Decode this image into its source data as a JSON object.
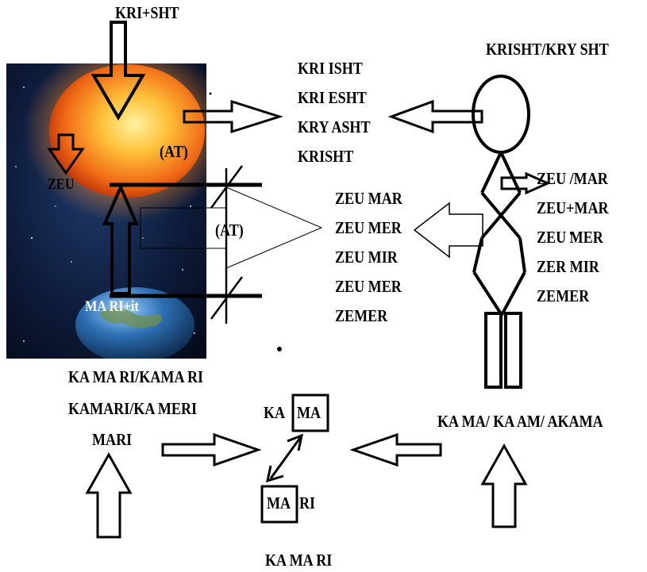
{
  "top_label": "KRI+SHT",
  "top_right_label": "KRISHT/KRY SHT",
  "space_labels": {
    "at_upper": "(AT)",
    "zeu": "ZEU",
    "at_middle": "(AT)",
    "mari_it": "MA RI+it"
  },
  "krisht_variants": [
    "KRI  ISHT",
    "KRI ESHT",
    "KRY ASHT",
    "KRISHT"
  ],
  "zeu_middle_list": [
    "ZEU MAR",
    "ZEU MER",
    "ZEU MIR",
    "ZEU MER",
    "ZEMER"
  ],
  "zeu_right_list": [
    "ZEU /MAR",
    "ZEU+MAR",
    "ZEU MER",
    "ZER MIR",
    "ZEMER"
  ],
  "bottom_left_lines": [
    "KA MA RI/KAMA RI",
    "KAMARI/KA MERI",
    "MARI"
  ],
  "center_top_label": {
    "prefix": "KA",
    "boxed": "MA"
  },
  "center_bottom_label": {
    "boxed": "MA",
    "suffix": "RI"
  },
  "bottom_right_label": "KA MA/ KA AM/ AKAMA",
  "bottom_center_label": "KA MA RI",
  "colors": {
    "ink": "#000000",
    "space_dark": "#0a1530",
    "sun_core": "#ffd24a",
    "sun_edge": "#e04a10",
    "earth_blue": "#2d6fb3",
    "earth_land": "#6f8f4a"
  }
}
